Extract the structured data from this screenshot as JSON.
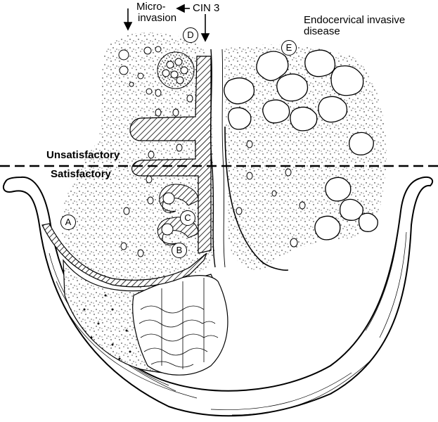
{
  "labels": {
    "micro_invasion_line1": "Micro-",
    "micro_invasion_line2": "invasion",
    "cin3": "CIN 3",
    "endocervical_line1": "Endocervical invasive",
    "endocervical_line2": "disease",
    "unsatisfactory": "Unsatisfactory",
    "satisfactory": "Satisfactory"
  },
  "markers": {
    "a": "A",
    "b": "B",
    "c": "C",
    "d": "D",
    "e": "E"
  }
}
